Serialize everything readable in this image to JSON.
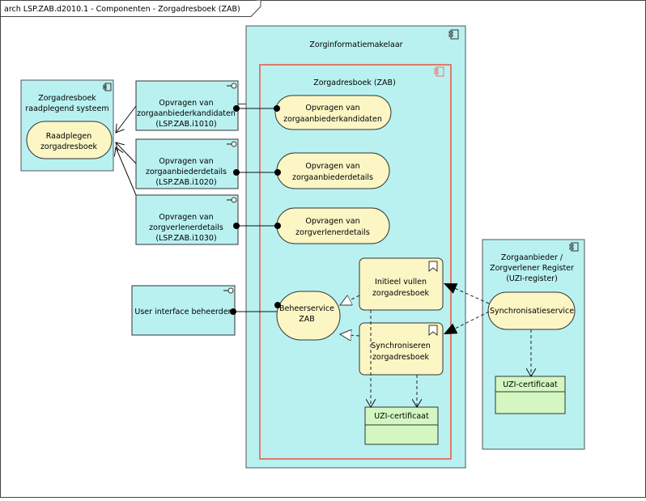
{
  "diagram": {
    "title": "arch LSP.ZAB.d2010.1 - Componenten - Zorgadresboek (ZAB)",
    "consumer_system": {
      "title_line1": "Zorgadresboek",
      "title_line2": "raadplegend systeem",
      "function_line1": "Raadplegen",
      "function_line2": "zorgadresboek"
    },
    "interfaces": [
      {
        "line1": "Opvragen van",
        "line2": "zorgaanbiederkandidaten",
        "line3": "(LSP.ZAB.i1010)"
      },
      {
        "line1": "Opvragen van",
        "line2": "zorgaanbiederdetails",
        "line3": "(LSP.ZAB.i1020)"
      },
      {
        "line1": "Opvragen van",
        "line2": "zorgverlenerdetails",
        "line3": "(LSP.ZAB.i1030)"
      }
    ],
    "admin_ui": {
      "label": "User interface beheerder"
    },
    "zim": {
      "title": "Zorginformatiemakelaar",
      "zab": {
        "title": "Zorgadresboek (ZAB)",
        "services": [
          {
            "line1": "Opvragen van",
            "line2": "zorgaanbiederkandidaten"
          },
          {
            "line1": "Opvragen van",
            "line2": "zorgaanbiederdetails"
          },
          {
            "line1": "Opvragen van",
            "line2": "zorgverlenerdetails"
          }
        ],
        "beheer": {
          "line1": "Beheerservice",
          "line2": "ZAB"
        },
        "processes": [
          {
            "line1": "Initieel vullen",
            "line2": "zorgadresboek"
          },
          {
            "line1": "Synchroniseren",
            "line2": "zorgadresboek"
          }
        ],
        "artifact": "UZI-certificaat"
      }
    },
    "register": {
      "line1": "Zorgaanbieder /",
      "line2": "Zorgverlener Register",
      "line3": "(UZI-register)",
      "service": "Synchronisatieservice",
      "artifact": "UZI-certificaat"
    },
    "colors": {
      "component_fill": "#b9f1f1",
      "service_fill": "#fbf6c4",
      "artifact_fill": "#d4f7c2",
      "inner_border": "#e07a6a"
    }
  }
}
